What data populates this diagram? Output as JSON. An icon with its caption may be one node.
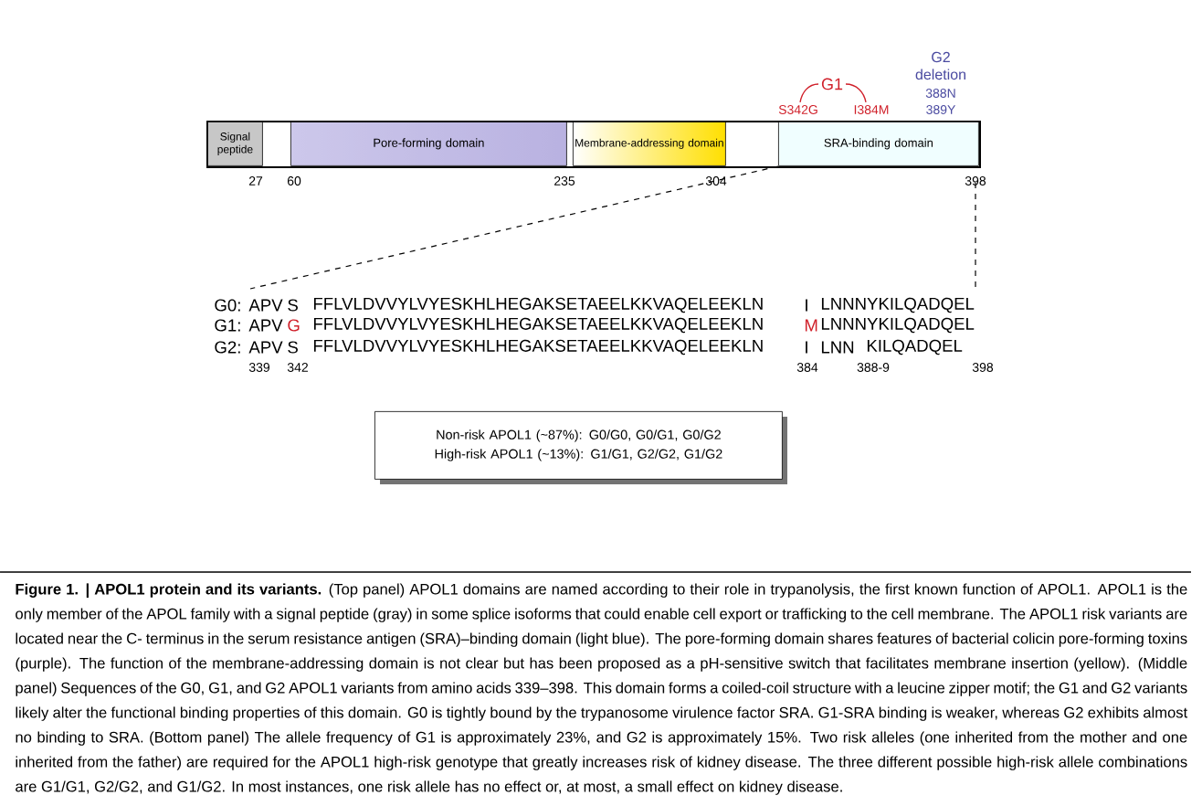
{
  "diagram": {
    "title": "Figure 1. | APOL1 protein and its variants.",
    "caption": "(Top panel) APOL1 domains are named according to their role in trypanolysis, the first known function of APOL1. APOL1 is the only member of the APOL family with a signal peptide (gray) in some splice isoforms that could enable cell export or trafficking to the cell membrane. The APOL1 risk variants are located near the C- terminus in the serum resistance antigen (SRA)–binding domain (light blue). The pore-forming domain shares features of bacterial colicin pore-forming toxins (purple). The function of the membrane-addressing domain is not clear but has been proposed as a pH-sensitive switch that facilitates membrane insertion (yellow). (Middle panel) Sequences of the G0, G1, and G2 APOL1 variants from amino acids 339–398. This domain forms a coiled-coil structure with a leucine zipper motif; the G1 and G2 variants likely alter the functional binding properties of this domain. G0 is tightly bound by the trypanosome virulence factor SRA. G1-SRA binding is weaker, whereas G2 exhibits almost no binding to SRA. (Bottom panel) The allele frequency of G1 is approximately 23%, and G2 is approximately 15%. Two risk alleles (one inherited from the mother and one inherited from the father) are required for the APOL1 high-risk genotype that greatly increases risk of kidney disease. The three different possible high-risk allele combinations are G1/G1, G2/G2, and G1/G2. In most instances, one risk allele has no effect or, at most, a small effect on kidney disease.",
    "nodes": [
      {
        "text": [],
        "shape": "bar"
      },
      {
        "text": [
          "Signal peptide"
        ],
        "in": 0
      },
      {
        "text": [
          "Pore-forming domain"
        ],
        "in": 0
      },
      {
        "text": [
          "Membrane-addressing domain"
        ],
        "in": 0
      },
      {
        "text": [
          "SRA-binding domain"
        ],
        "in": 0
      },
      {
        "text": [
          "Non-risk APOL1 (~87%): G0/G0, G0/G1, G0/G2",
          "High-risk APOL1 (~13%): G1/G1, G2/G2, G1/G2"
        ]
      }
    ],
    "labels": [
      "27",
      "60",
      "235",
      "304",
      "398",
      "G1",
      "S342G",
      "I384M",
      "G2 deletion",
      "388N",
      "389Y",
      "G0:",
      "APV",
      "S",
      "FFLVLDVVYLVYESKHLHEGAKSETAEELKKVAQELEEKLN",
      "I",
      "LNNNYKILQADQEL",
      "G1:",
      "APV",
      "G",
      "FFLVLDVVYLVYESKHLHEGAKSETAEELKKVAQELEEKLN",
      "M",
      "LNNNYKILQADQEL",
      "G2:",
      "APV",
      "S",
      "FFLVLDVVYLVYESKHLHEGAKSETAEELKKVAQELEEKLN",
      "I",
      "LNN",
      "KILQADQEL",
      "339",
      "342",
      "384",
      "388-9",
      "398"
    ]
  }
}
